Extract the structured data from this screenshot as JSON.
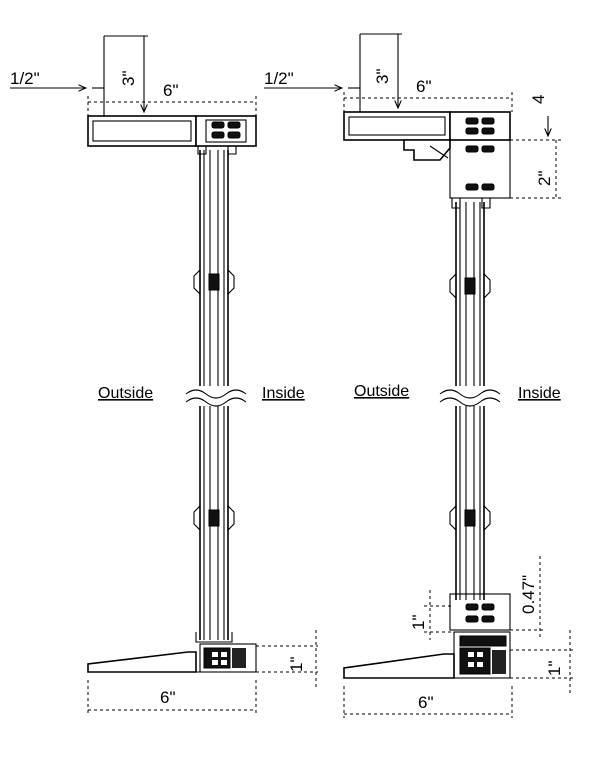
{
  "diagram": {
    "left_detail": {
      "dims": {
        "half_inch": "1/2\"",
        "three_inch": "3\"",
        "six_top": "6\"",
        "one_inch": "1\"",
        "six_bottom": "6\""
      },
      "outside_label": "Outside",
      "inside_label": "Inside"
    },
    "right_detail": {
      "dims": {
        "half_inch": "1/2\"",
        "three_inch": "3\"",
        "six_top": "6\"",
        "four": "4",
        "two_inch": "2\"",
        "point_47": "0.47\"",
        "one_inch_upper": "1\"",
        "one_inch_lower": "1\"",
        "six_bottom": "6\""
      },
      "outside_label": "Outside",
      "inside_label": "Inside"
    }
  }
}
